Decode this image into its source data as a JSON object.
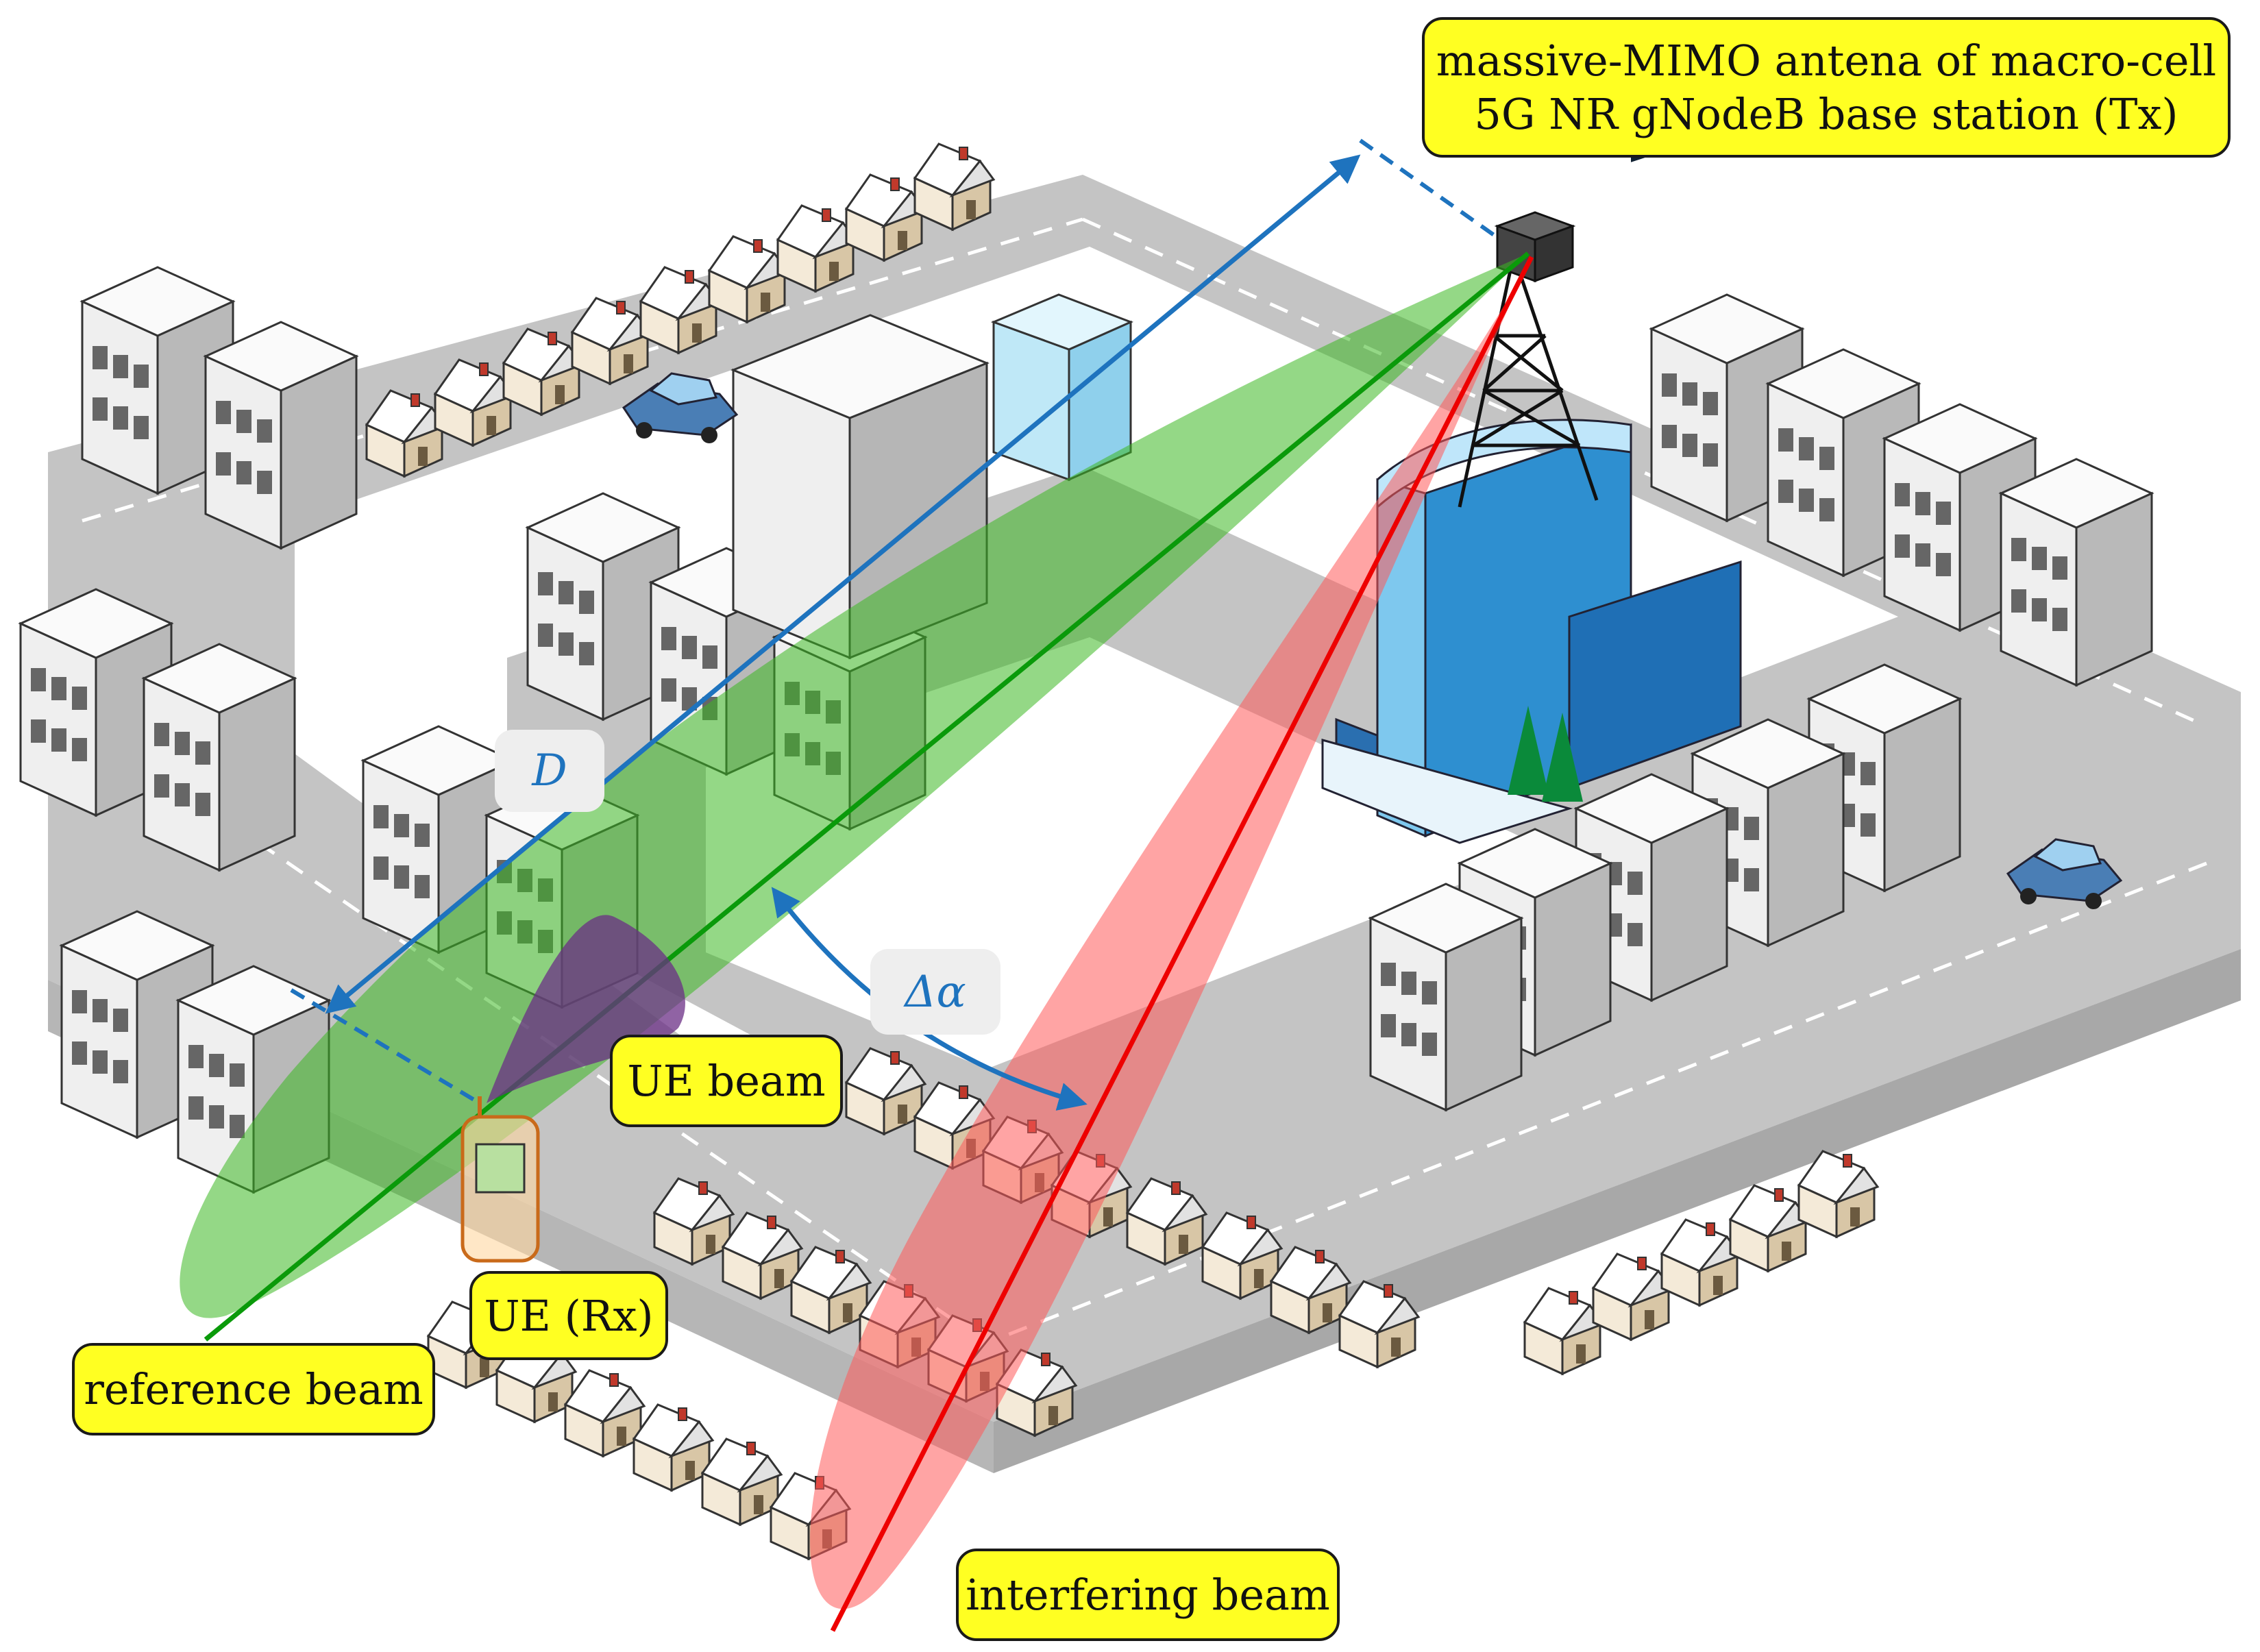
{
  "labels": {
    "base_station_line1": "massive-MIMO antena of macro-cell",
    "base_station_line2": "5G NR gNodeB base station (Tx)",
    "distance": "D",
    "angle": "Δα",
    "ue_beam": "UE beam",
    "ue_rx": "UE (Rx)",
    "reference_beam": "reference beam",
    "interfering_beam": "interfering beam"
  },
  "colors": {
    "callout_fill": "#ffff22",
    "reference_beam": "#3cb823",
    "reference_line": "#0a9a0a",
    "interfering_beam": "#ff5a5a",
    "interfering_line": "#ee0000",
    "ue_beam": "#6b2f86",
    "dimension_arrow": "#1e73be",
    "road": "#c4c4c4",
    "building_blue": "#5ab6e6"
  }
}
